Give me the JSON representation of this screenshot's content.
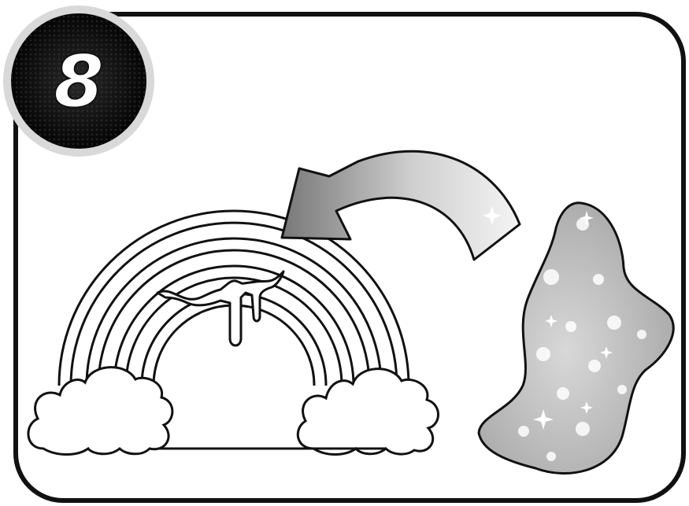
{
  "step": {
    "number": "8"
  },
  "illustration": {
    "subject": "rainbow-with-slime",
    "arrow_direction": "right-to-left",
    "colors": {
      "ink": "#111111",
      "background": "#ffffff",
      "badge_fill": "#1a1a1a",
      "badge_ring": "#d9d9d9",
      "slime_fill": "#bdbdbd",
      "arrow_fill_light": "#f2f2f2",
      "arrow_fill_dark": "#8a8a8a"
    }
  }
}
